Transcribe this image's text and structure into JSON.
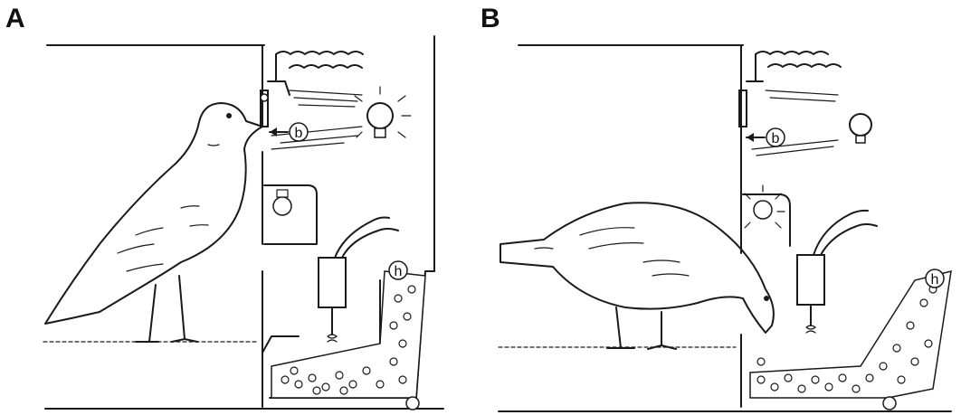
{
  "panels": [
    {
      "id": "A",
      "label": "A",
      "callouts": {
        "b": "b",
        "h": "h"
      }
    },
    {
      "id": "B",
      "label": "B",
      "callouts": {
        "b": "b",
        "h": "h"
      }
    }
  ]
}
